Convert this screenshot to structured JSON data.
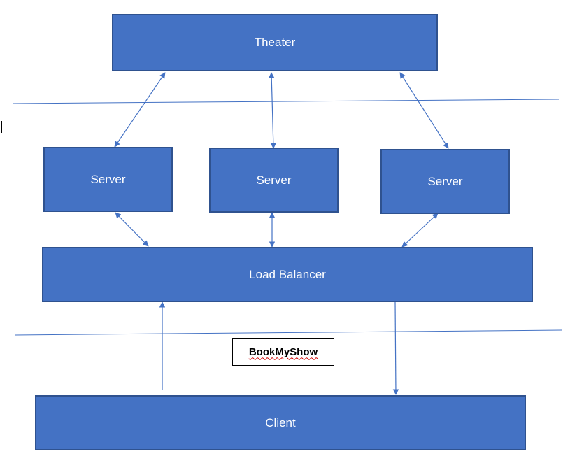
{
  "diagram": {
    "nodes": {
      "theater": "Theater",
      "server_1": "Server",
      "server_2": "Server",
      "server_3": "Server",
      "load_balancer": "Load Balancer",
      "client": "Client"
    },
    "label": "BookMyShow"
  },
  "colors": {
    "node_fill": "#4472c4",
    "node_border": "#2f528f",
    "node_text": "#ffffff",
    "connector": "#4472c4",
    "spellcheck_underline": "#d00000"
  }
}
